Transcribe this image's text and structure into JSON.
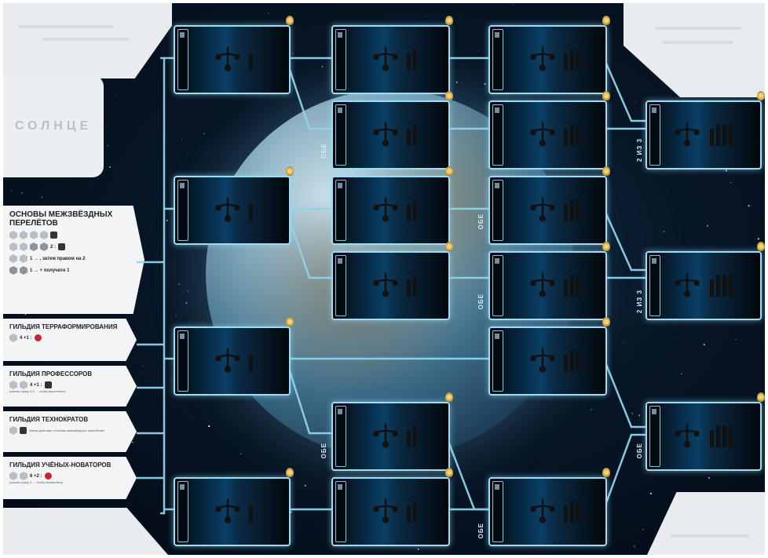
{
  "board": {
    "sun_label": "СОЛНЦЕ",
    "colors": {
      "accent": "#9fdcf2",
      "panel": "#f3f4f5",
      "space": "#071626"
    }
  },
  "panels": [
    {
      "title": "Основы межзвёздных перелётов",
      "rows": [
        "",
        "2 :",
        "1 → , затем правом на 2",
        "1 → + получите 1"
      ]
    },
    {
      "title": "Гильдия терраформирования",
      "rows": [
        "4 +1 :"
      ]
    },
    {
      "title": "Гильдия профессоров",
      "rows": [
        "4 +1 :"
      ],
      "note": "(игроки сразу 2-3 … чтобы выполнить)"
    },
    {
      "title": "Гильдия технократов",
      "rows": [
        ""
      ],
      "note": "Затем действие «Основы межзвёздных перелётов»"
    },
    {
      "title": "Гильдия учёных-новаторов",
      "rows": [
        "6 +2 :"
      ],
      "note": "(игроки сразу 3 … чтобы выполнить)"
    }
  ],
  "labels": {
    "both": "ОБЕ",
    "two_of_three": "2 ИЗ 3"
  },
  "icons": {
    "tech_tree": "tech-tree-icon",
    "bar": "tower-bar-icon",
    "medal": "medal-icon",
    "hex": "hex-resource-icon"
  }
}
